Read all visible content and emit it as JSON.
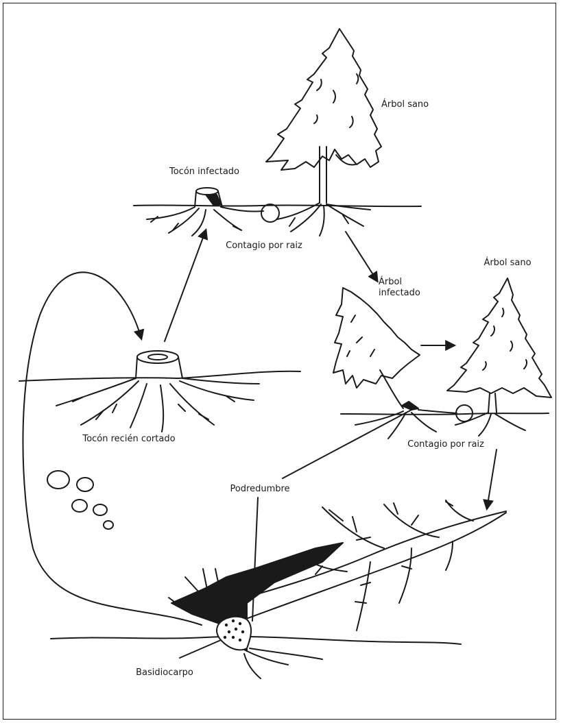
{
  "labels": {
    "arbol_sano_top": "Árbol sano",
    "tocon_infectado": "Tocón infectado",
    "contagio_raiz_1": "Contagio por raiz",
    "arbol_sano_right": "Árbol sano",
    "arbol_infectado": "Árbol\ninfectado",
    "tocon_recien_cortado": "Tocón recién cortado",
    "contagio_raiz_2": "Contagio por raiz",
    "podredumbre": "Podredumbre",
    "basidiocarpo": "Basidiocarpo"
  },
  "colors": {
    "ink": "#1a1a1a",
    "background": "#ffffff"
  }
}
